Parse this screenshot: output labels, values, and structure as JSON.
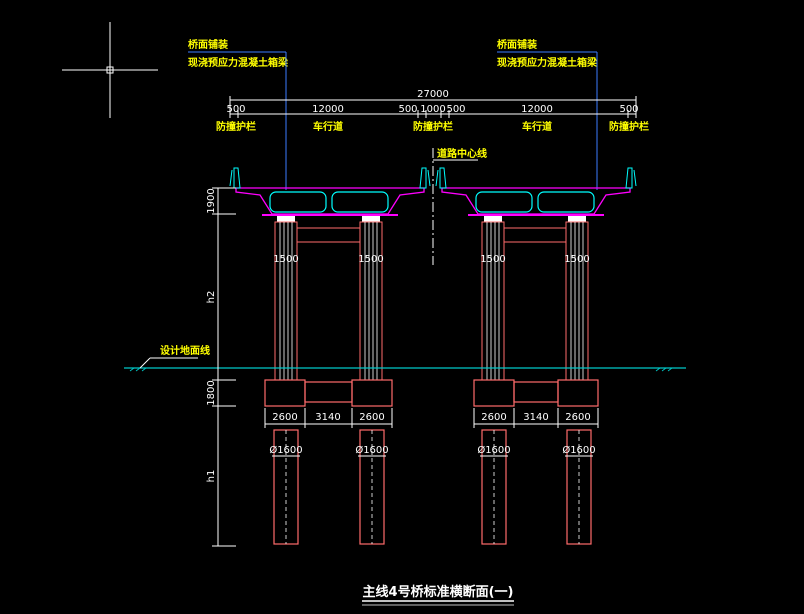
{
  "drawing": {
    "title": "主线4号桥标准横断面(一)",
    "top_labels": {
      "deck_line1": "桥面铺装",
      "deck_line2": "现浇预应力混凝土箱梁"
    },
    "overall_width": "27000",
    "segments": [
      "500",
      "12000",
      "500",
      "1000",
      "500",
      "12000",
      "500"
    ],
    "segment_names": [
      "防撞护栏",
      "车行道",
      "防撞护栏",
      "车行道",
      "防撞护栏"
    ],
    "road_center": "道路中心线",
    "ground_label": "设计地面线",
    "vertical_dims": {
      "girder": "1900",
      "pier": "h2",
      "cap": "1800",
      "pile": "h1"
    },
    "cap_dims": [
      "2600",
      "3140",
      "2600"
    ],
    "pile_dia": "Ø1600",
    "column_label": "1500"
  },
  "colors": {
    "background": "#000000",
    "annotation": "#ffff00",
    "girder": "#ff00ff",
    "box": "#00ffff",
    "leader": "#3d7bff",
    "pier": "#ff6b6b",
    "ground": "#00c8c8",
    "dim": "#ffffff"
  }
}
